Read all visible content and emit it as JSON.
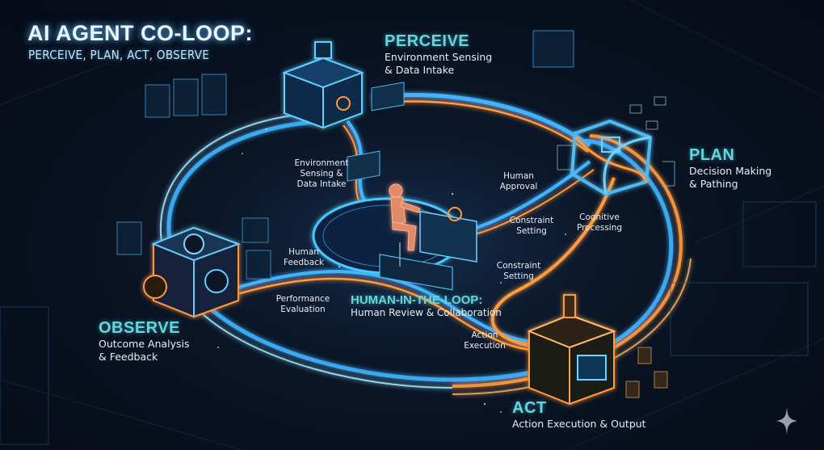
{
  "header": {
    "title": "AI AGENT CO-LOOP:",
    "subtitle": "PERCEIVE, PLAN, ACT, OBSERVE"
  },
  "stages": {
    "perceive": {
      "title": "PERCEIVE",
      "desc_line1": "Environment Sensing",
      "desc_line2": "& Data Intake",
      "icon": "sensor-cube-icon"
    },
    "plan": {
      "title": "PLAN",
      "desc_line1": "Decision Making",
      "desc_line2": "& Pathing",
      "icon": "knot-cube-icon"
    },
    "act": {
      "title": "ACT",
      "desc_line1": "Action Execution & Output",
      "icon": "robot-arm-cube-icon"
    },
    "observe": {
      "title": "OBSERVE",
      "desc_line1": "Outcome Analysis",
      "desc_line2": "& Feedback",
      "icon": "camera-cube-icon"
    }
  },
  "center": {
    "title": "HUMAN-IN-THE-LOOP:",
    "desc": "Human Review & Collaboration",
    "icon": "human-at-workstation-icon"
  },
  "flow_labels": {
    "env_sensing": {
      "l1": "Environment",
      "l2": "Sensing &",
      "l3": "Data Intake"
    },
    "human_approval": {
      "l1": "Human",
      "l2": "Approval"
    },
    "constraint_setting_top": {
      "l1": "Constraint",
      "l2": "Setting"
    },
    "cognitive_processing": {
      "l1": "Cognitive",
      "l2": "Processing"
    },
    "human_feedback": {
      "l1": "Human",
      "l2": "Feedback"
    },
    "constraint_setting_bottom": {
      "l1": "Constraint",
      "l2": "Setting"
    },
    "performance_evaluation": {
      "l1": "Performance",
      "l2": "Evaluation"
    },
    "action_execution": {
      "l1": "Action",
      "l2": "Execution"
    }
  },
  "colors": {
    "background": "#0a1424",
    "cyan_accent": "#63d6e0",
    "blue_glow": "#3fb4ff",
    "orange_glow": "#ff9a3c",
    "text": "#e8eef5"
  },
  "watermark": {
    "icon": "sparkle-icon"
  }
}
